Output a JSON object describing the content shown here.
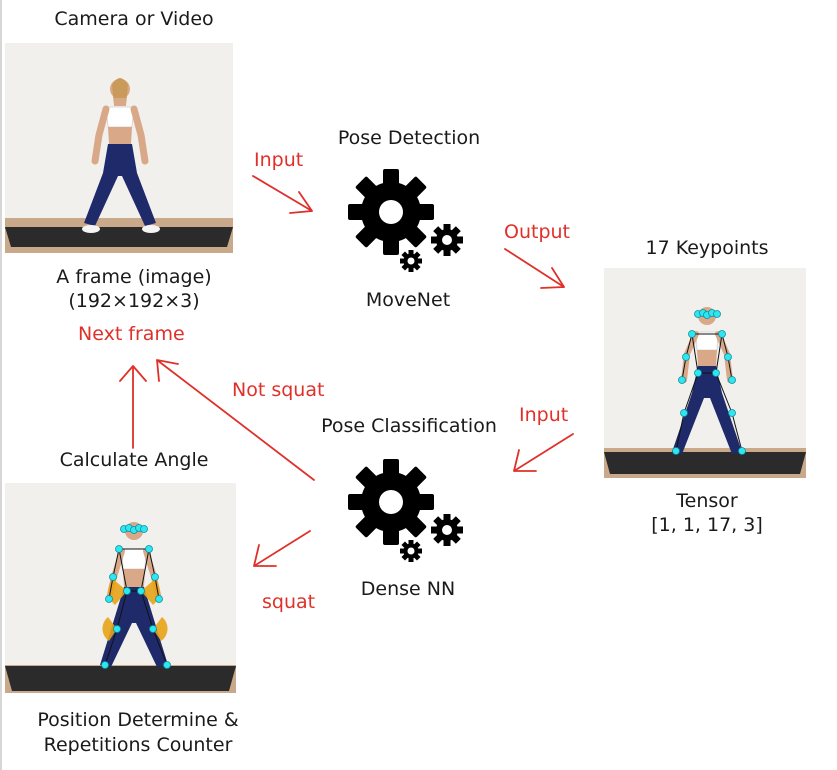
{
  "diagram": {
    "camera_title": "Camera or Video",
    "frame_label_1": "A frame (image)",
    "frame_label_2": "(192×192×3)",
    "pose_detection_title": "Pose Detection",
    "movenet_label": "MoveNet",
    "keypoints_title": "17 Keypoints",
    "tensor_label_1": "Tensor",
    "tensor_label_2": "[1, 1, 17, 3]",
    "pose_classification_title": "Pose Classification",
    "dense_nn_label": "Dense NN",
    "calculate_angle_title": "Calculate Angle",
    "position_label_1": "Position Determine &",
    "position_label_2": "Repetitions Counter",
    "edges": {
      "input_1": "Input",
      "output": "Output",
      "input_2": "Input",
      "not_squat": "Not squat",
      "squat": "squat",
      "next_frame": "Next frame"
    }
  },
  "colors": {
    "arrow": "#e0302a",
    "gear": "#000000",
    "keypoint": "#2ee6f0",
    "angle_fill": "#e8a317",
    "legging": "#1f2a6b",
    "mat": "#2b2b2b"
  },
  "icons": [
    "gear-icon",
    "gear-icon",
    "keypoint-dot"
  ]
}
